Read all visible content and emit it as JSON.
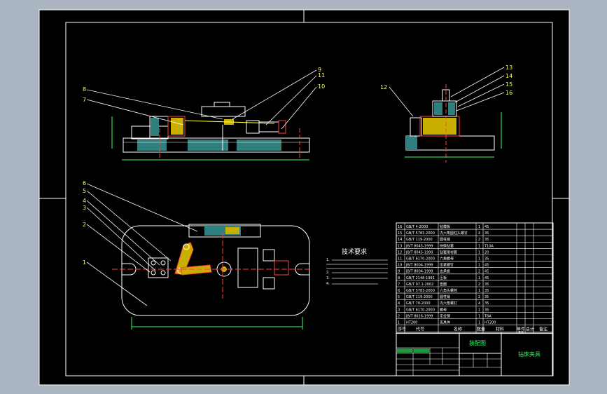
{
  "balloons_front": [
    "8",
    "7",
    "9",
    "11",
    "10"
  ],
  "balloons_side": [
    "12",
    "13",
    "14",
    "15",
    "16"
  ],
  "balloons_top": [
    "6",
    "5",
    "4",
    "3",
    "2",
    "1"
  ],
  "notes": {
    "title": "技术要求",
    "lines": [
      "1.",
      "2.",
      "3.",
      "4."
    ]
  },
  "bom": {
    "rows": [
      {
        "no": "16",
        "code": "GB/T 4-2000",
        "name": "钻模板",
        "qty": "1",
        "mat": "45"
      },
      {
        "no": "15",
        "code": "GB/T 5783-2000",
        "name": "内六角圆柱头螺钉",
        "qty": "4",
        "mat": "35"
      },
      {
        "no": "14",
        "code": "GB/T 119-2000",
        "name": "圆柱销",
        "qty": "2",
        "mat": "35"
      },
      {
        "no": "13",
        "code": "JB/T 8045-1999",
        "name": "快换钻套",
        "qty": "1",
        "mat": "T10A"
      },
      {
        "no": "12",
        "code": "JB/T 8045-1999",
        "name": "钻套用衬套",
        "qty": "1",
        "mat": "20"
      },
      {
        "no": "11",
        "code": "GB/T 6170-2000",
        "name": "六角螺母",
        "qty": "1",
        "mat": "35"
      },
      {
        "no": "10",
        "code": "JB/T 8004-1999",
        "name": "压紧螺钉",
        "qty": "1",
        "mat": "45"
      },
      {
        "no": "9",
        "code": "JB/T 8004-1999",
        "name": "支承板",
        "qty": "2",
        "mat": "45"
      },
      {
        "no": "8",
        "code": "GB/T 2148-1991",
        "name": "压板",
        "qty": "1",
        "mat": "45"
      },
      {
        "no": "7",
        "code": "GB/T 97.1-2002",
        "name": "垫圈",
        "qty": "2",
        "mat": "35"
      },
      {
        "no": "6",
        "code": "GB/T 5783-2000",
        "name": "六角头螺栓",
        "qty": "1",
        "mat": "35"
      },
      {
        "no": "5",
        "code": "GB/T 119-2000",
        "name": "圆柱销",
        "qty": "2",
        "mat": "35"
      },
      {
        "no": "4",
        "code": "GB/T 70-2000",
        "name": "内六角螺钉",
        "qty": "4",
        "mat": "35"
      },
      {
        "no": "3",
        "code": "GB/T 6170-2000",
        "name": "螺母",
        "qty": "1",
        "mat": "35"
      },
      {
        "no": "2",
        "code": "JB/T 8016-1999",
        "name": "定位销",
        "qty": "1",
        "mat": "T8A"
      },
      {
        "no": "1",
        "code": "HT200",
        "name": "夹具体",
        "qty": "1",
        "mat": "HT200"
      }
    ],
    "header": {
      "no": "序号",
      "code": "代号",
      "name": "名称",
      "qty": "数量",
      "mat": "材料",
      "unit": "单件",
      "total": "总计",
      "weight": "重量",
      "remark": "备注"
    }
  },
  "title_block": {
    "drawing_name": "装配图",
    "part_name": "钻床夹具"
  }
}
